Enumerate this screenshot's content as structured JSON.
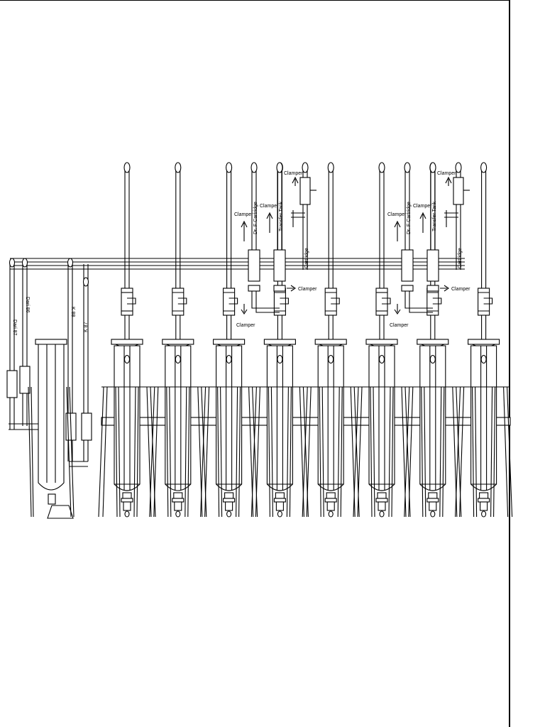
{
  "labels": {
    "clamper": "Clamper",
    "dr_f_cartridge": "Dr. F Cartridge",
    "transfer_tank": "Transfer Tank",
    "cartridge": "Cartridge",
    "dari_87": "Dari 87",
    "dari_86": "Dari 86",
    "k_88": "K 88",
    "k_87": "K 87"
  },
  "units": {
    "reactor_count": 8,
    "clamper_group_count": 2
  },
  "colors": {
    "line": "#000000",
    "background": "#ffffff"
  }
}
